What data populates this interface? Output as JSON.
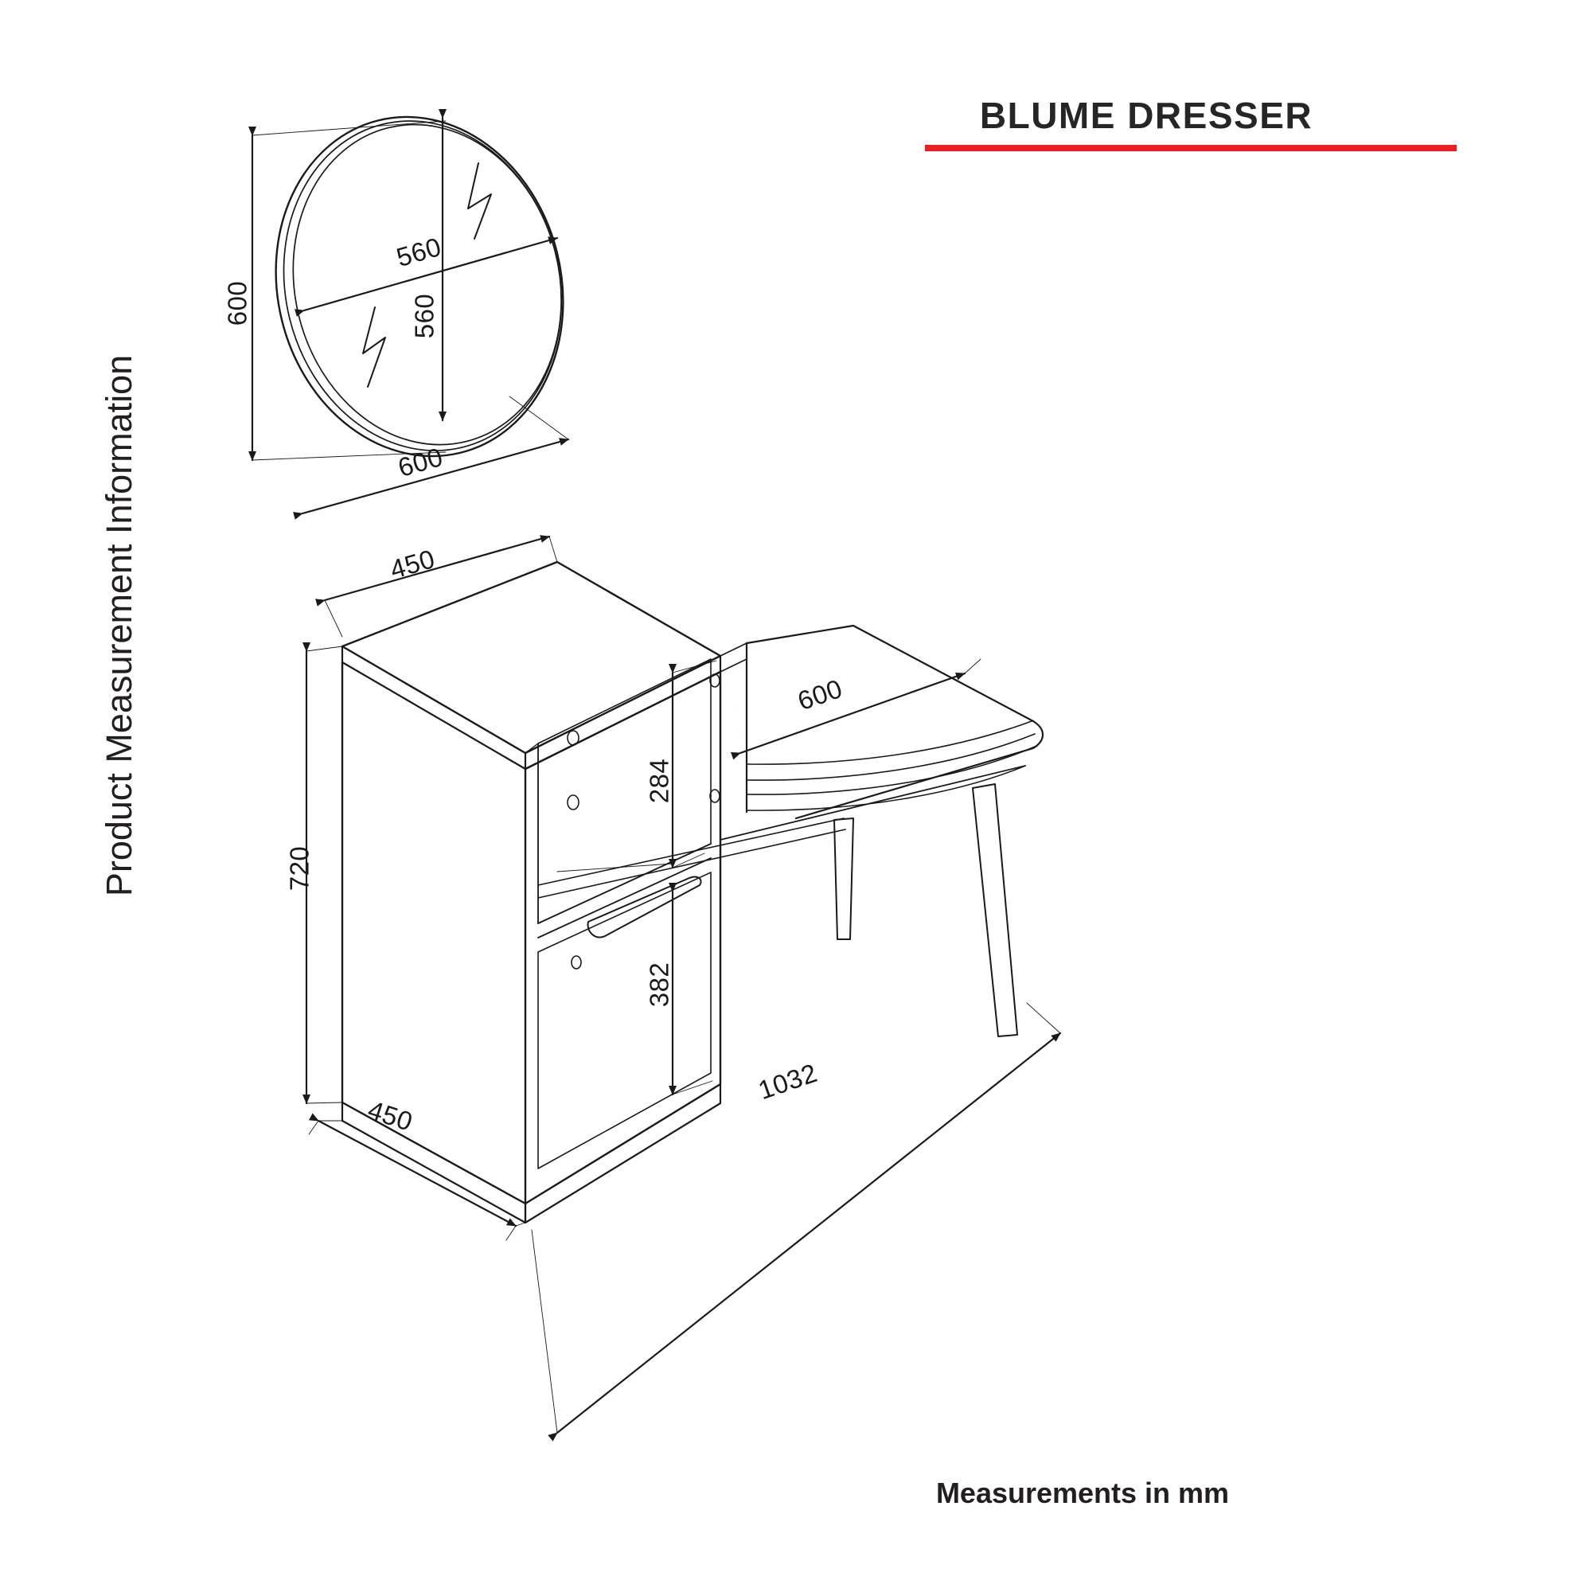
{
  "header": {
    "title": "BLUME DRESSER",
    "rule_color": "#ee1c25"
  },
  "side_label": "Product Measurement Information",
  "footer": {
    "note": "Measurements in mm"
  },
  "mirror": {
    "dim_height_overall": "600",
    "dim_glass_width": "560",
    "dim_glass_height": "560",
    "dim_width_overall": "600"
  },
  "dresser": {
    "dim_top_depth": "450",
    "dim_desk_width": "600",
    "dim_upper_compartment": "284",
    "dim_total_height": "720",
    "dim_drawer_height": "382",
    "dim_total_width": "1032",
    "dim_base_depth": "450"
  },
  "colors": {
    "ink": "#231f20",
    "line": "#1a1a1a",
    "accent": "#ee1c25",
    "background": "#ffffff"
  }
}
